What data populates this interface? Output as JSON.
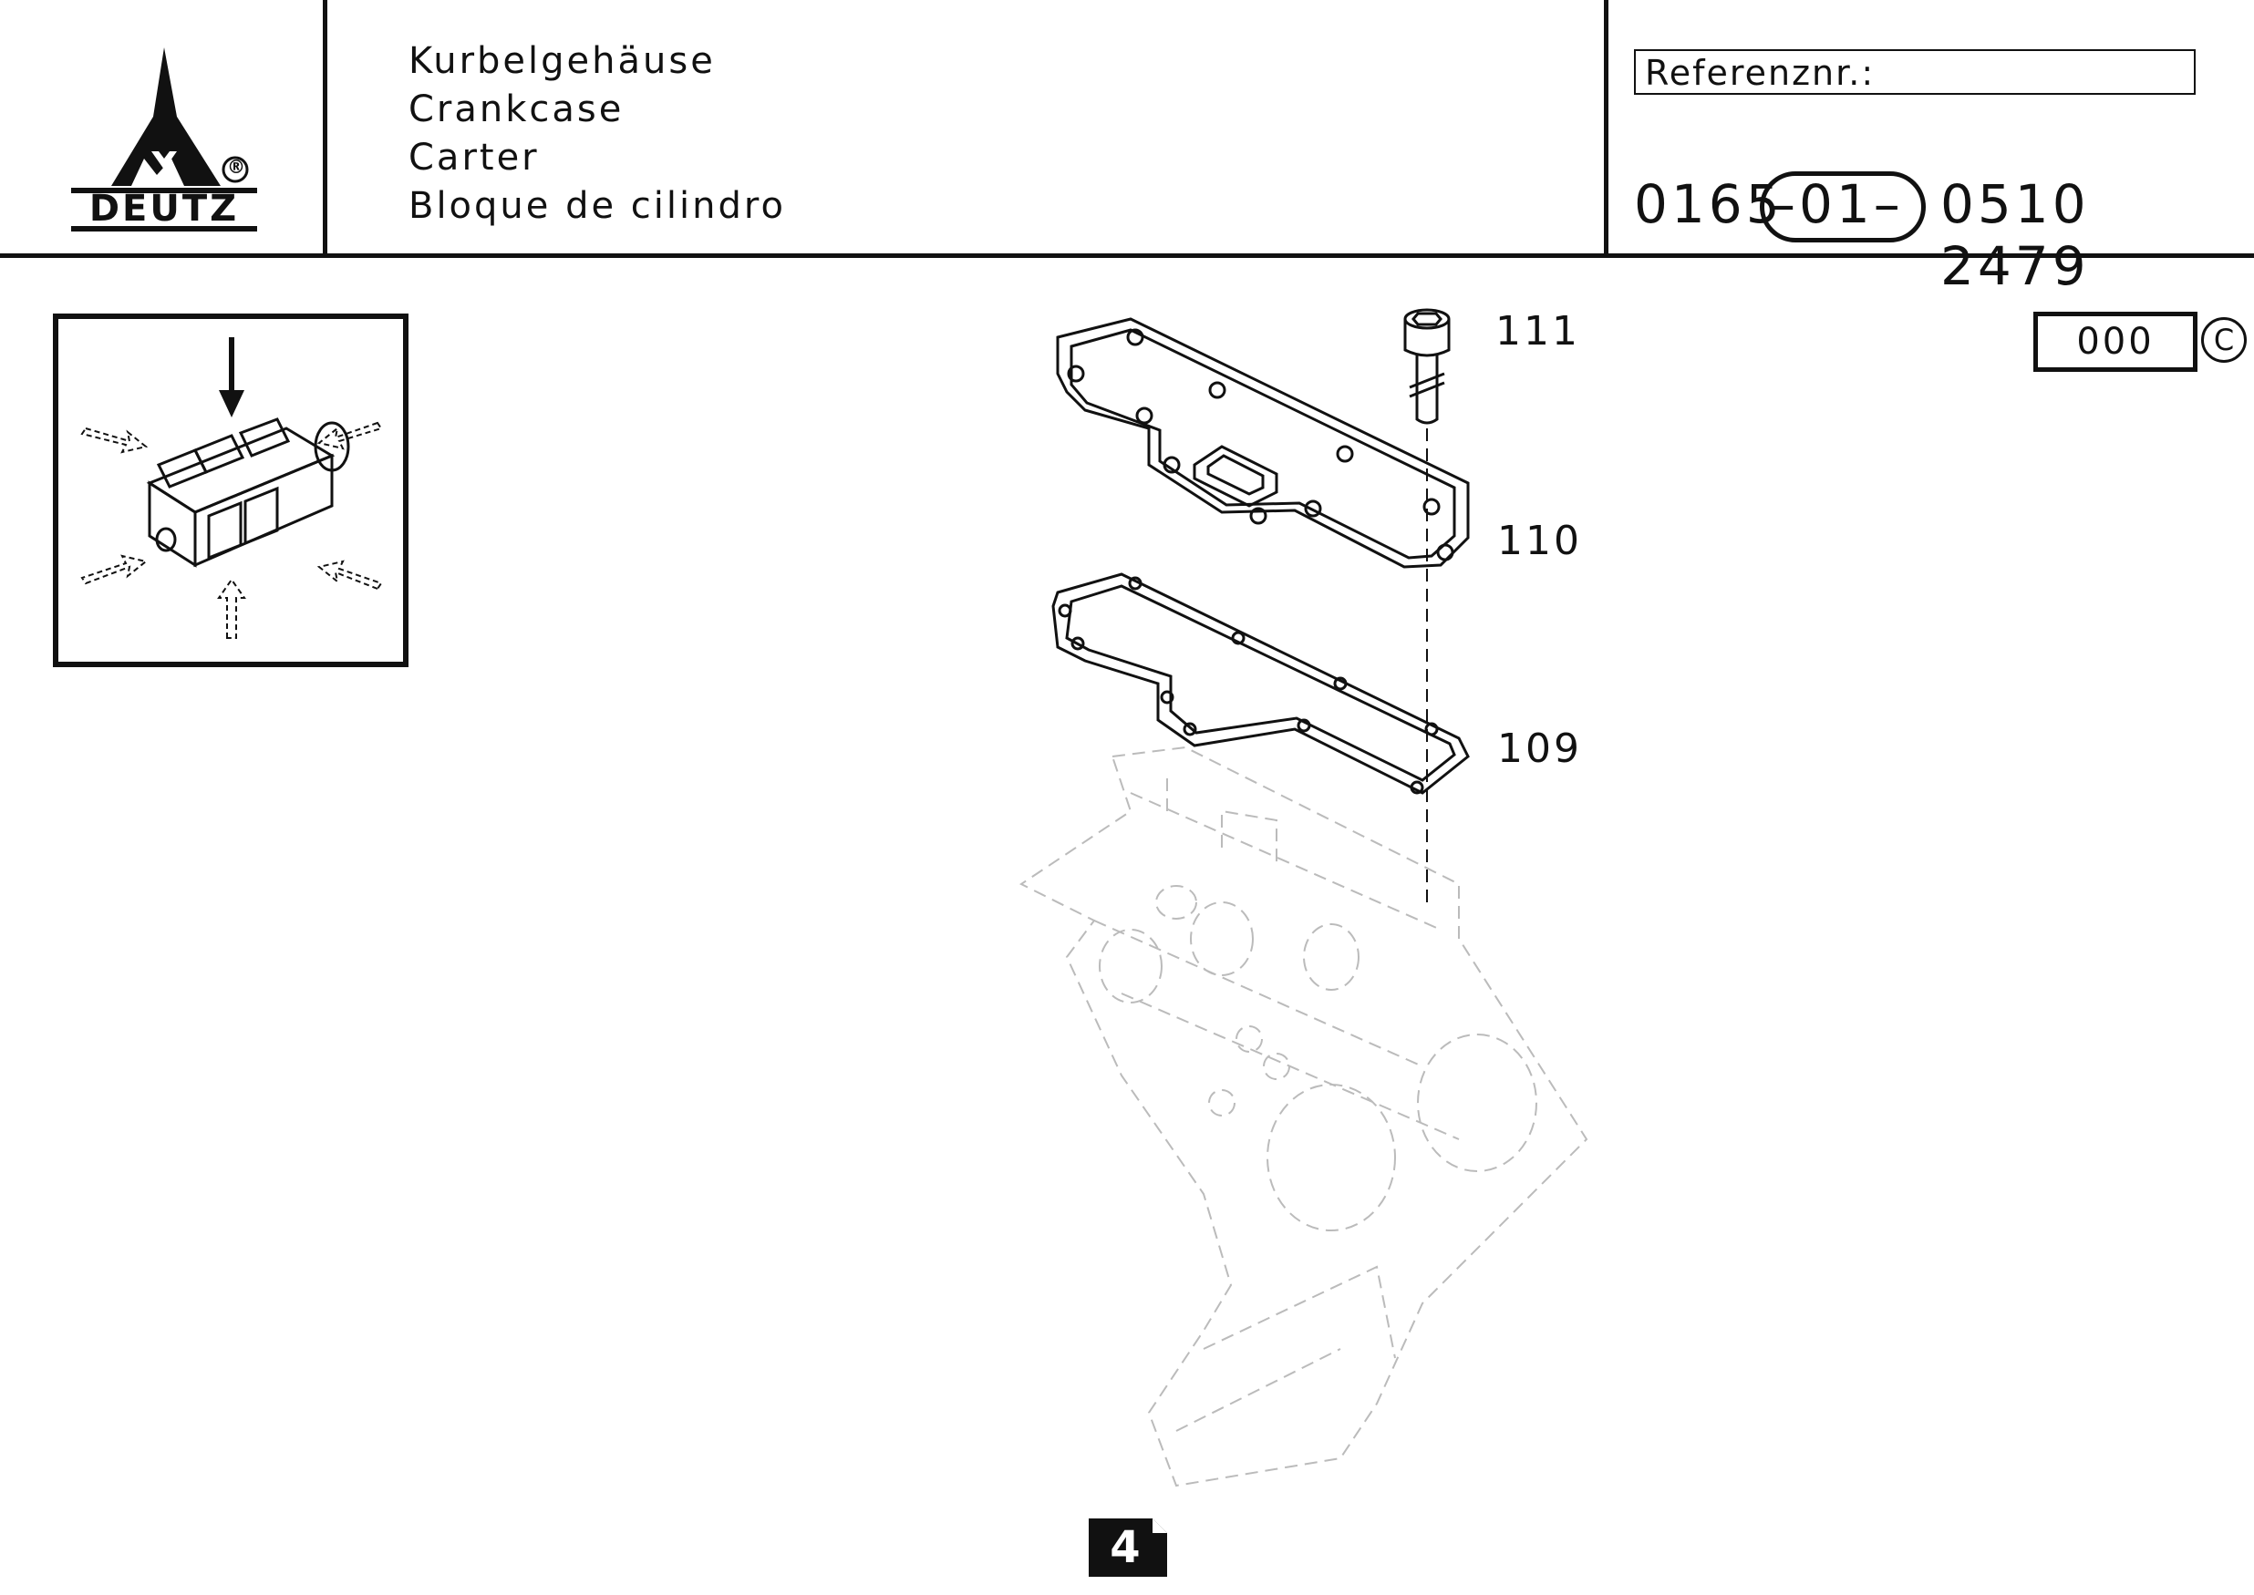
{
  "logo": {
    "brand_text": "DEUTZ",
    "registered_mark": "®"
  },
  "header": {
    "titles": [
      "Kurbelgehäuse",
      "Crankcase",
      "Carter",
      "Bloque de cilindro"
    ],
    "reference_label": "Referenznr.:",
    "part_number": {
      "prefix": "0165",
      "group": "–01–",
      "suffix": "0510 2479"
    }
  },
  "variant": {
    "code": "000",
    "copyright_mark": "C"
  },
  "callouts": [
    {
      "id": "111",
      "part": "screw"
    },
    {
      "id": "110",
      "part": "cover"
    },
    {
      "id": "109",
      "part": "gasket"
    }
  ],
  "footer": {
    "page_number": "4"
  },
  "colors": {
    "ink": "#111111",
    "ghost": "#bbbbbb",
    "background": "#ffffff"
  }
}
